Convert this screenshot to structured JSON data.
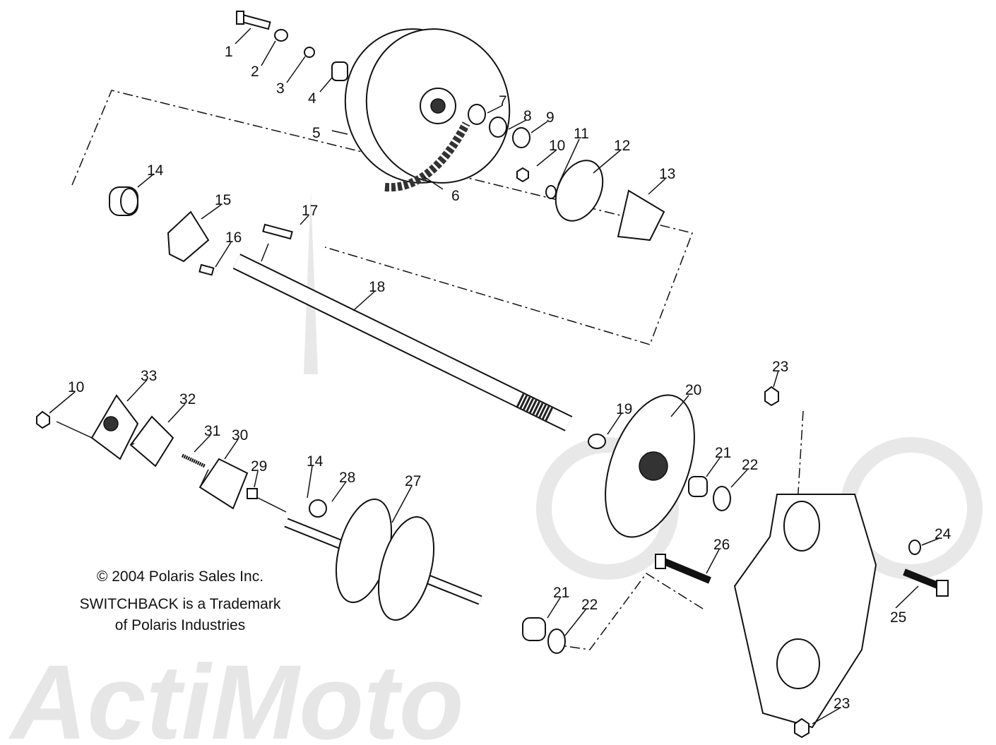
{
  "diagram": {
    "title": "Driven clutch / jackshaft / drive shaft exploded view",
    "watermark": "ActiMoto",
    "copyright": {
      "line1": "© 2004 Polaris Sales Inc.",
      "line2": "SWITCHBACK is a Trademark",
      "line3": "of Polaris Industries"
    },
    "callouts": [
      "1",
      "2",
      "3",
      "4",
      "5",
      "6",
      "7",
      "8",
      "9",
      "10",
      "11",
      "12",
      "13",
      "14",
      "15",
      "16",
      "17",
      "18",
      "19",
      "20",
      "21",
      "22",
      "23",
      "24",
      "25",
      "26",
      "21",
      "22",
      "23",
      "10",
      "33",
      "32",
      "31",
      "30",
      "29",
      "14",
      "28",
      "27"
    ]
  }
}
